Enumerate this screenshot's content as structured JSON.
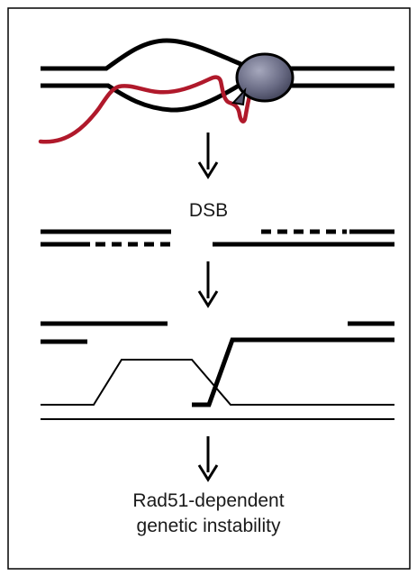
{
  "labels": {
    "dsb": "DSB",
    "result_line1": "Rad51-dependent",
    "result_line2": "genetic instability"
  },
  "colors": {
    "dna_strand": "#000000",
    "rna_strand": "#b0192b",
    "polymerase": "#5f6178",
    "border": "#000000"
  }
}
